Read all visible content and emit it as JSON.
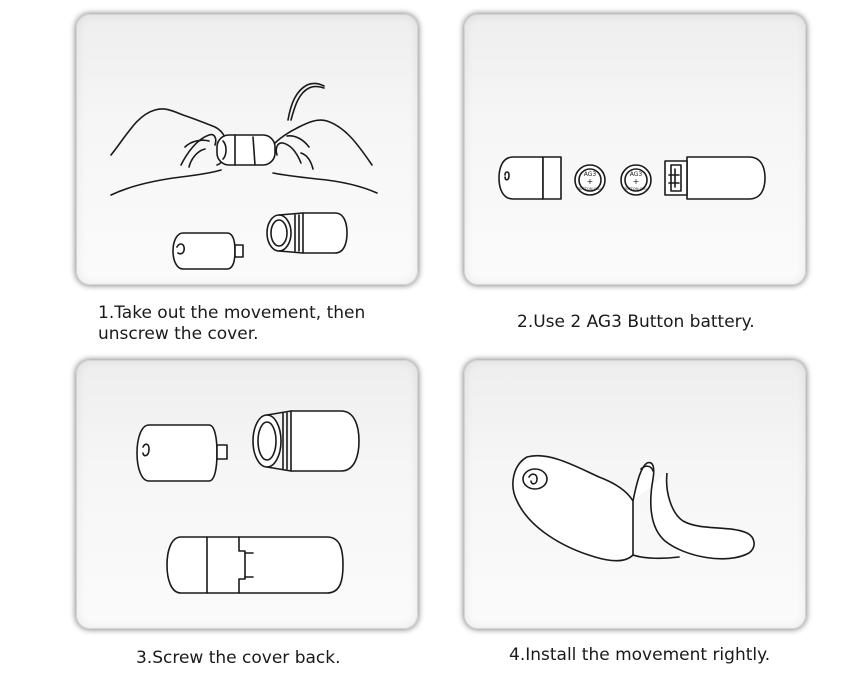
{
  "steps": [
    {
      "caption_line1": "1.Take out the movement, then",
      "caption_line2": "unscrew the cover."
    },
    {
      "caption": "2.Use 2 AG3 Button battery.",
      "battery_label": "AG3",
      "battery_sign": "+",
      "battery_brand": "BUTTON CELL"
    },
    {
      "caption": "3.Screw the cover back."
    },
    {
      "caption": "4.Install the movement rightly."
    }
  ]
}
